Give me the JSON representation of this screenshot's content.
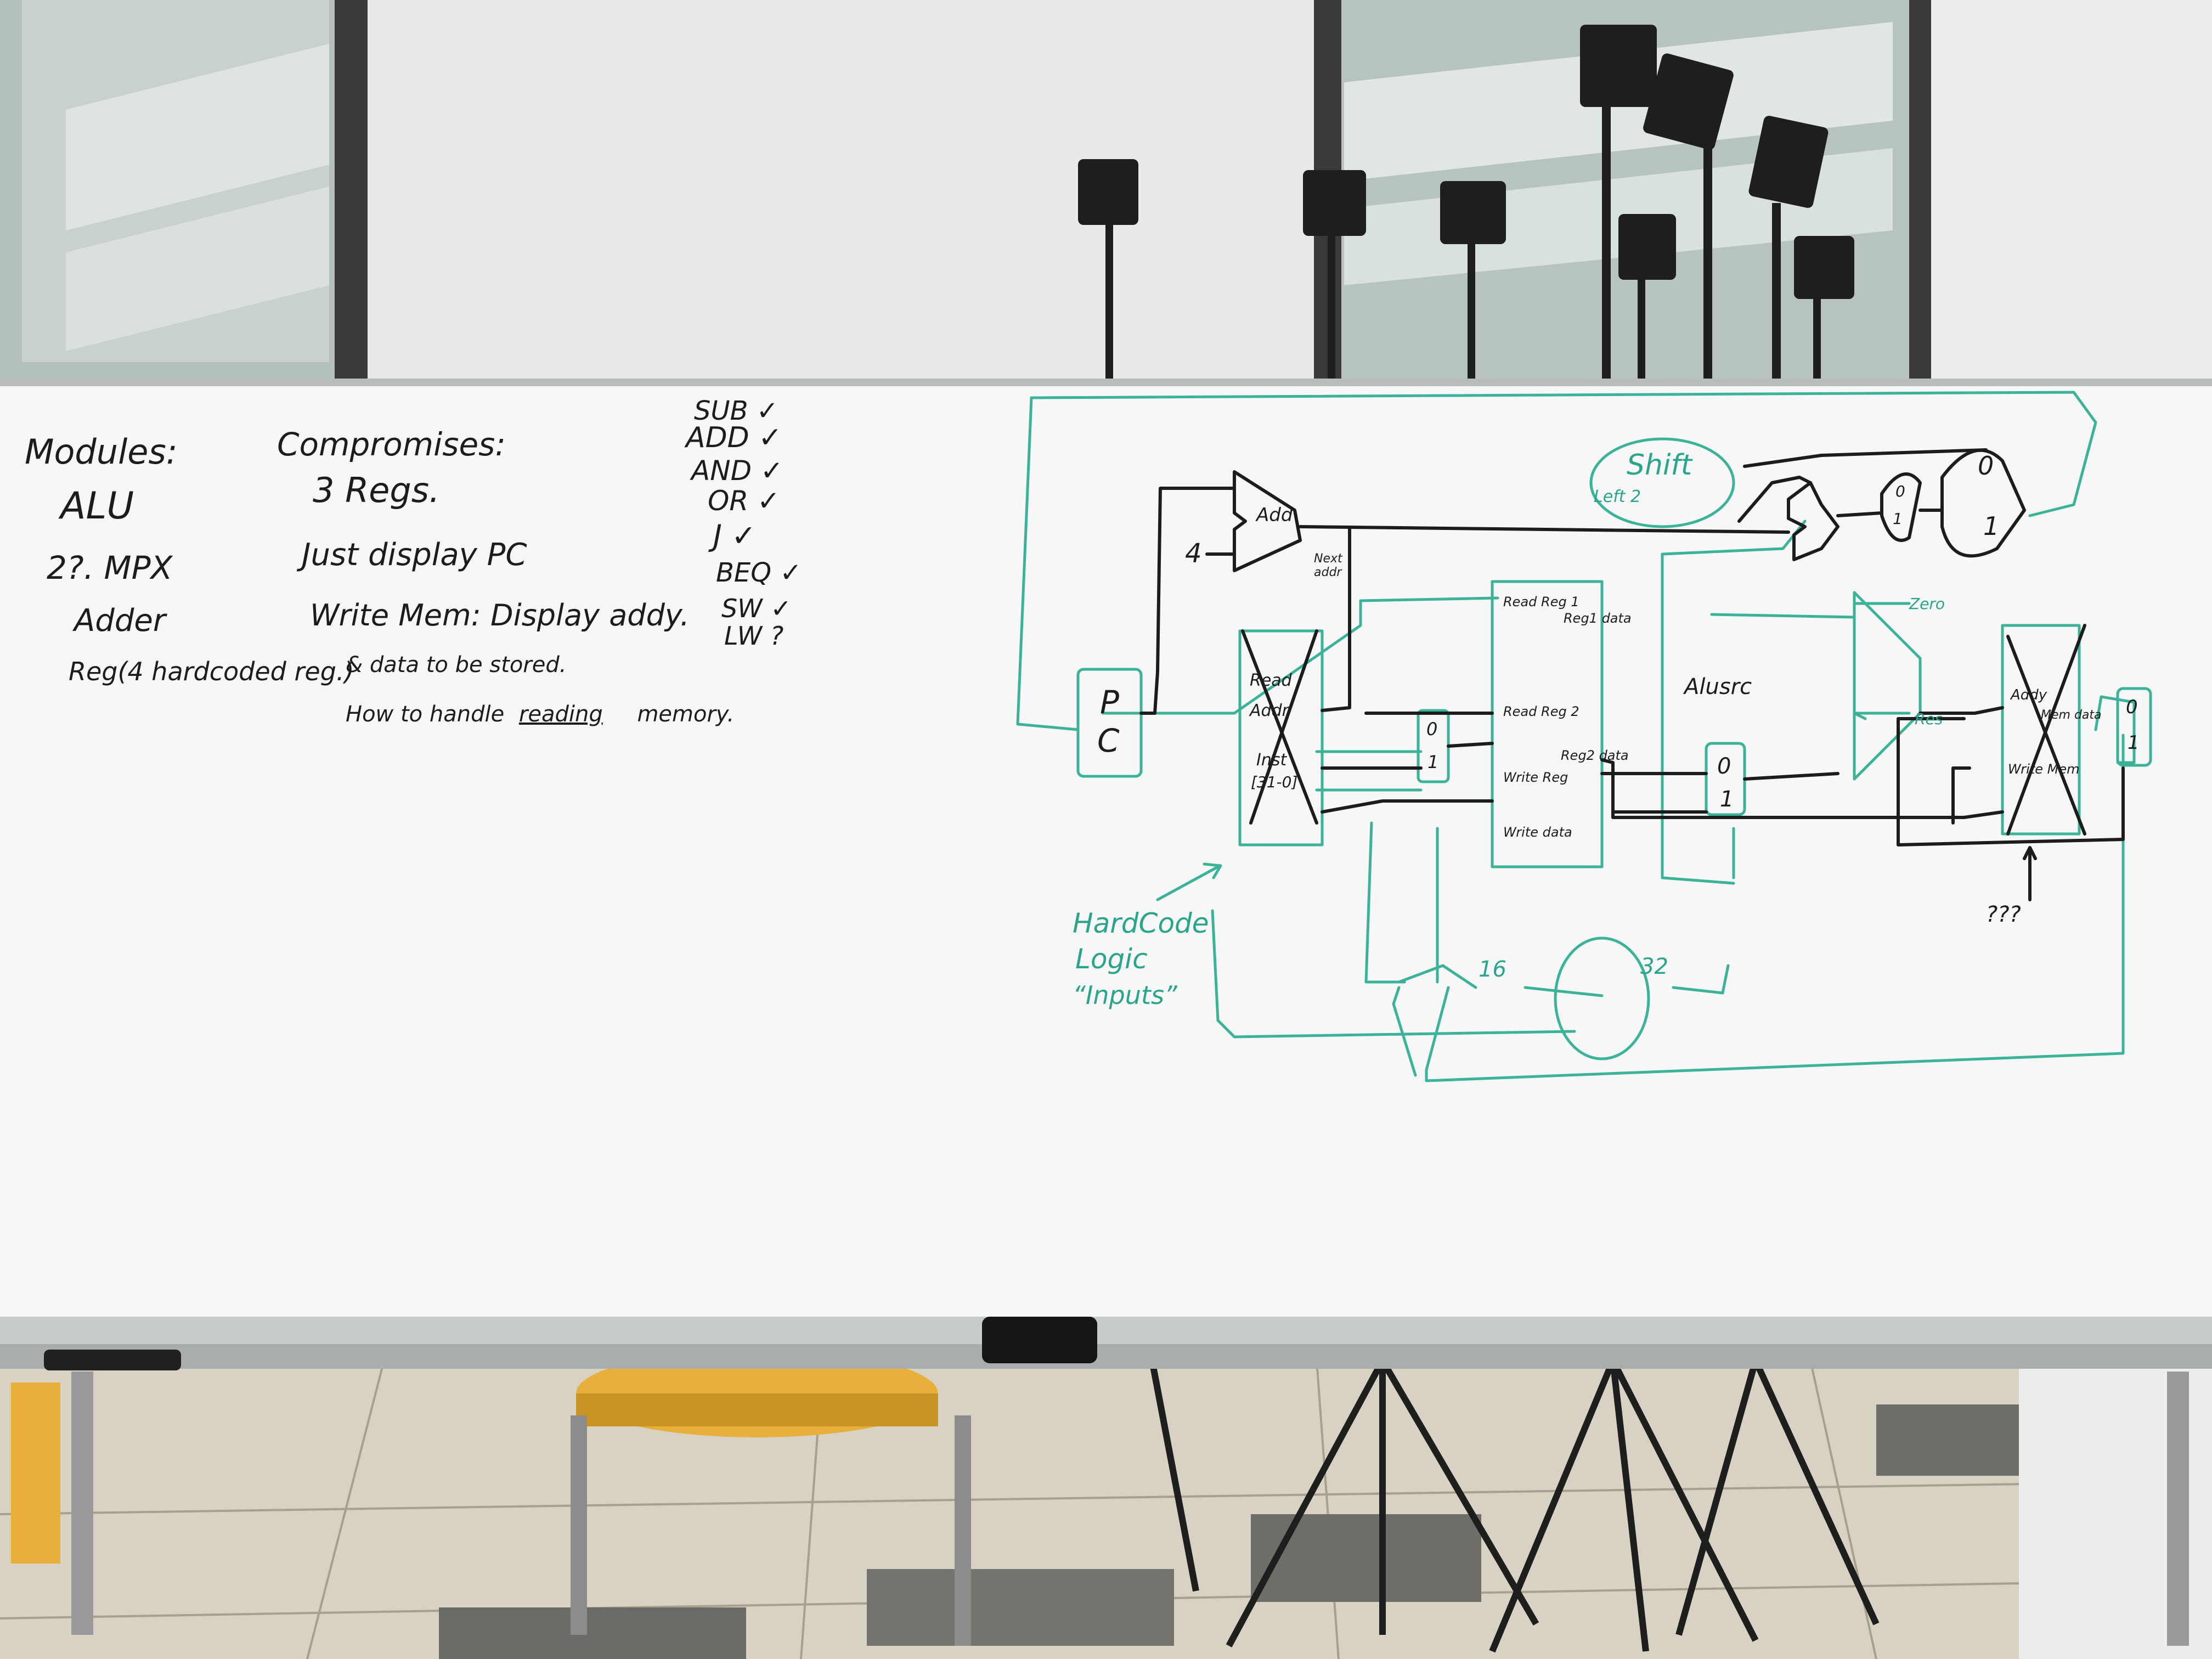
{
  "board": {
    "modules": {
      "title": "Modules:",
      "items": [
        "ALU",
        "2?. MPX",
        "Adder",
        "Reg(4 hardcoded reg.)"
      ]
    },
    "compromises": {
      "title": "Compromises:",
      "items": [
        "3 Regs.",
        "Just display PC",
        "Write Mem: Display addy.",
        "& data to be stored."
      ],
      "question_prefix": "How to handle",
      "question_underlined": "reading",
      "question_suffix": "memory."
    },
    "instructions": [
      {
        "name": "SUB",
        "status": "✓"
      },
      {
        "name": "ADD",
        "status": "✓"
      },
      {
        "name": "AND",
        "status": "✓"
      },
      {
        "name": "OR",
        "status": "✓"
      },
      {
        "name": "J",
        "status": "✓"
      },
      {
        "name": "BEQ",
        "status": "✓"
      },
      {
        "name": "SW",
        "status": "✓"
      },
      {
        "name": "LW",
        "status": "?"
      }
    ],
    "diagram": {
      "pc": [
        "P",
        "C"
      ],
      "const_four": "4",
      "adder": "Add",
      "next_addr": [
        "Next",
        "addr"
      ],
      "shift": [
        "Shift",
        "Left 2"
      ],
      "inst_mem": [
        "Read",
        "Addr",
        "Inst",
        "[31-0]"
      ],
      "reg_file_in": [
        "Read Reg 1",
        "Read Reg 2",
        "Write Reg",
        "Write data"
      ],
      "reg_file_out": [
        "Reg1 data",
        "Reg2 data"
      ],
      "alusrc": "Alusrc",
      "zero": "Zero",
      "res": "Res",
      "data_mem": [
        "Addy",
        "Mem data",
        "Write Mem"
      ],
      "mux_0": "0",
      "mux_1": "1",
      "sign_extend_in": "16",
      "sign_extend_out": "32",
      "hardcode": [
        "HardCode",
        "Logic",
        "“Inputs”"
      ],
      "unknown": "???"
    }
  }
}
